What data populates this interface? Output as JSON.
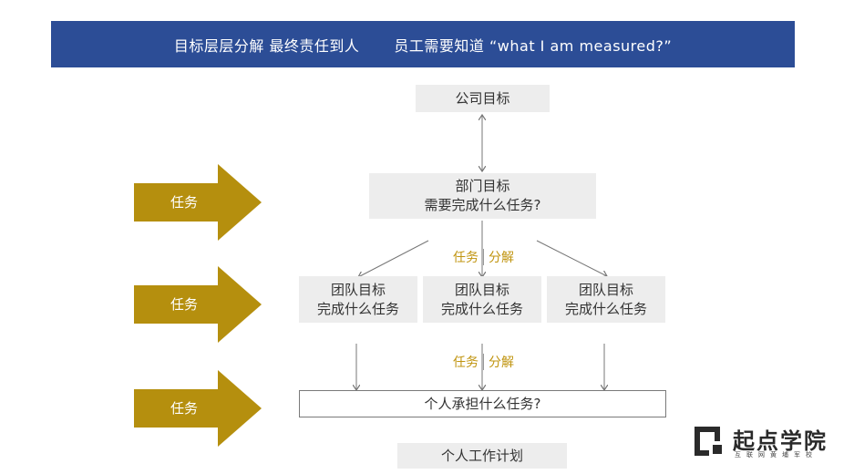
{
  "banner": {
    "left_text": "目标层层分解  最终责任到人",
    "right_text": "员工需要知道 “what I am measured?”",
    "color": "#2c4d96"
  },
  "boxes": {
    "company": "公司目标",
    "department_line1": "部门目标",
    "department_line2": "需要完成什么任务?",
    "team_line1": "团队目标",
    "team_line2": "完成什么任务",
    "individual": "个人承担什么任务?",
    "plan": "个人工作计划"
  },
  "arrows": {
    "label": "任务",
    "color": "#b58f0e"
  },
  "split": {
    "task": "任务",
    "decompose": "分解",
    "color": "#c0940f"
  },
  "logo": {
    "name": "起点学院",
    "sub": "互联网黄埔军校",
    "icon": "qidian-logo-icon"
  }
}
